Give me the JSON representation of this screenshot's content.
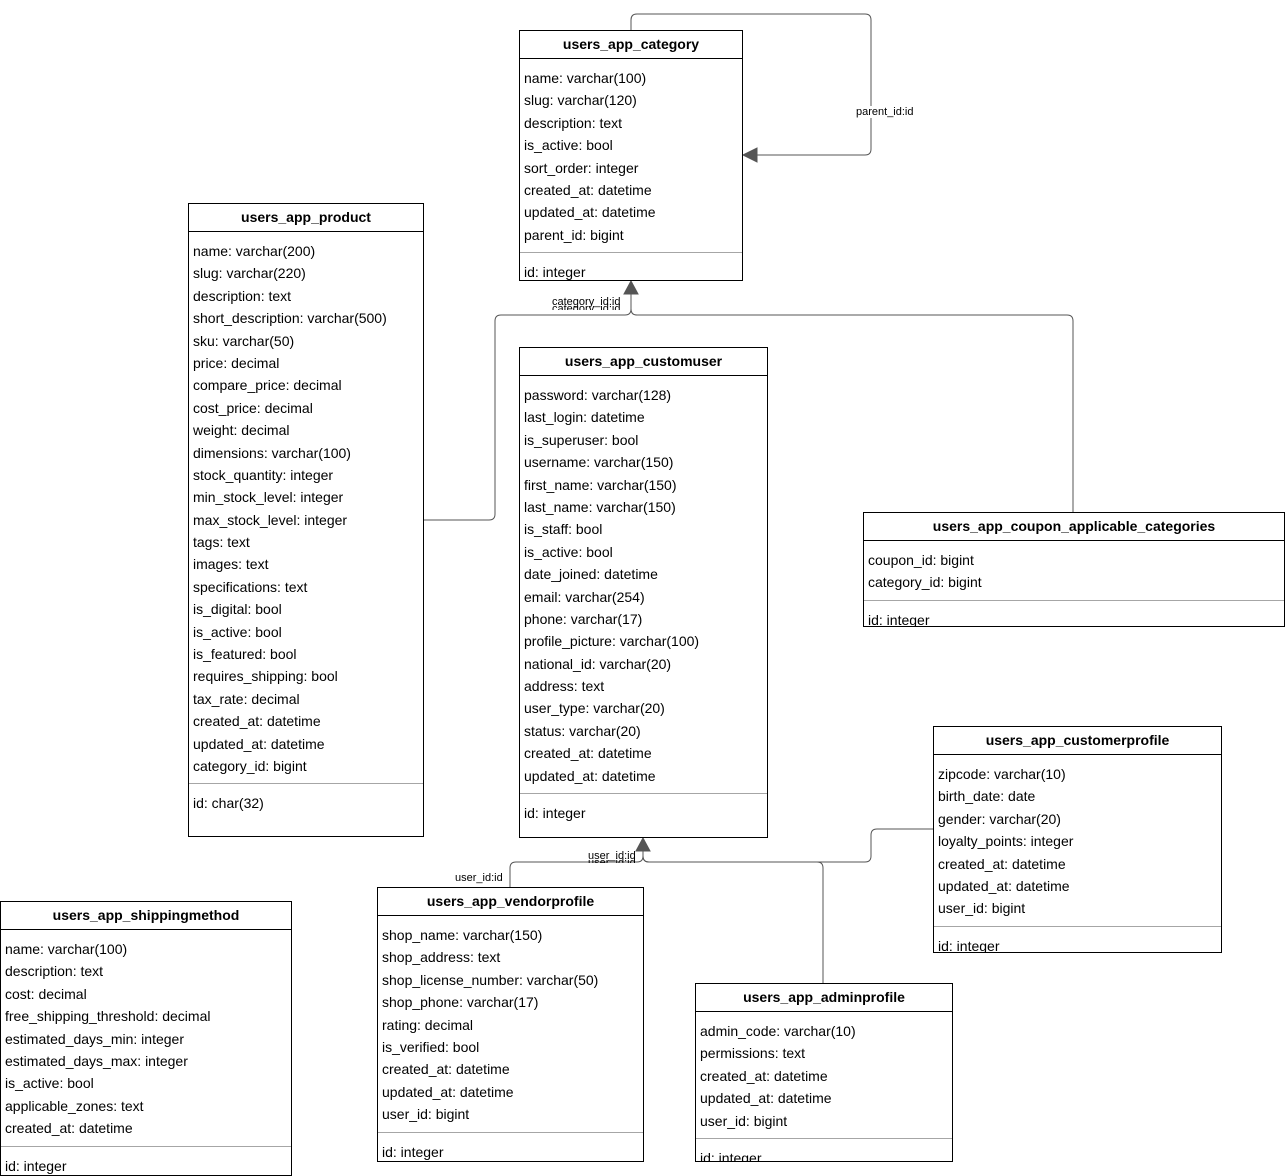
{
  "entities": {
    "category": {
      "title": "users_app_category",
      "fields": [
        "name: varchar(100)",
        "slug: varchar(120)",
        "description: text",
        "is_active: bool",
        "sort_order: integer",
        "created_at: datetime",
        "updated_at: datetime",
        "parent_id: bigint"
      ],
      "pk": "id: integer"
    },
    "product": {
      "title": "users_app_product",
      "fields": [
        "name: varchar(200)",
        "slug: varchar(220)",
        "description: text",
        "short_description: varchar(500)",
        "sku: varchar(50)",
        "price: decimal",
        "compare_price: decimal",
        "cost_price: decimal",
        "weight: decimal",
        "dimensions: varchar(100)",
        "stock_quantity: integer",
        "min_stock_level: integer",
        "max_stock_level: integer",
        "tags: text",
        "images: text",
        "specifications: text",
        "is_digital: bool",
        "is_active: bool",
        "is_featured: bool",
        "requires_shipping: bool",
        "tax_rate: decimal",
        "created_at: datetime",
        "updated_at: datetime",
        "category_id: bigint"
      ],
      "pk": "id: char(32)"
    },
    "customuser": {
      "title": "users_app_customuser",
      "fields": [
        "password: varchar(128)",
        "last_login: datetime",
        "is_superuser: bool",
        "username: varchar(150)",
        "first_name: varchar(150)",
        "last_name: varchar(150)",
        "is_staff: bool",
        "is_active: bool",
        "date_joined: datetime",
        "email: varchar(254)",
        "phone: varchar(17)",
        "profile_picture: varchar(100)",
        "national_id: varchar(20)",
        "address: text",
        "user_type: varchar(20)",
        "status: varchar(20)",
        "created_at: datetime",
        "updated_at: datetime"
      ],
      "pk": "id: integer"
    },
    "coupon_categories": {
      "title": "users_app_coupon_applicable_categories",
      "fields": [
        "coupon_id: bigint",
        "category_id: bigint"
      ],
      "pk": "id: integer"
    },
    "customerprofile": {
      "title": "users_app_customerprofile",
      "fields": [
        "zipcode: varchar(10)",
        "birth_date: date",
        "gender: varchar(20)",
        "loyalty_points: integer",
        "created_at: datetime",
        "updated_at: datetime",
        "user_id: bigint"
      ],
      "pk": "id: integer"
    },
    "shippingmethod": {
      "title": "users_app_shippingmethod",
      "fields": [
        "name: varchar(100)",
        "description: text",
        "cost: decimal",
        "free_shipping_threshold: decimal",
        "estimated_days_min: integer",
        "estimated_days_max: integer",
        "is_active: bool",
        "applicable_zones: text",
        "created_at: datetime"
      ],
      "pk": "id: integer"
    },
    "vendorprofile": {
      "title": "users_app_vendorprofile",
      "fields": [
        "shop_name: varchar(150)",
        "shop_address: text",
        "shop_license_number: varchar(50)",
        "shop_phone: varchar(17)",
        "rating: decimal",
        "is_verified: bool",
        "created_at: datetime",
        "updated_at: datetime",
        "user_id: bigint"
      ],
      "pk": "id: integer"
    },
    "adminprofile": {
      "title": "users_app_adminprofile",
      "fields": [
        "admin_code: varchar(10)",
        "permissions: text",
        "created_at: datetime",
        "updated_at: datetime",
        "user_id: bigint"
      ],
      "pk": "id: integer"
    }
  },
  "edge_labels": {
    "parent": "parent_id:id",
    "product_category": "category_id:id",
    "coupon_category": "category_id:id",
    "vendor_user": "user_id:id",
    "user_id_a": "user_id:id",
    "user_id_b": "user_id:id"
  },
  "colors": {
    "line": "#555555",
    "border": "#000000",
    "background": "#ffffff"
  }
}
